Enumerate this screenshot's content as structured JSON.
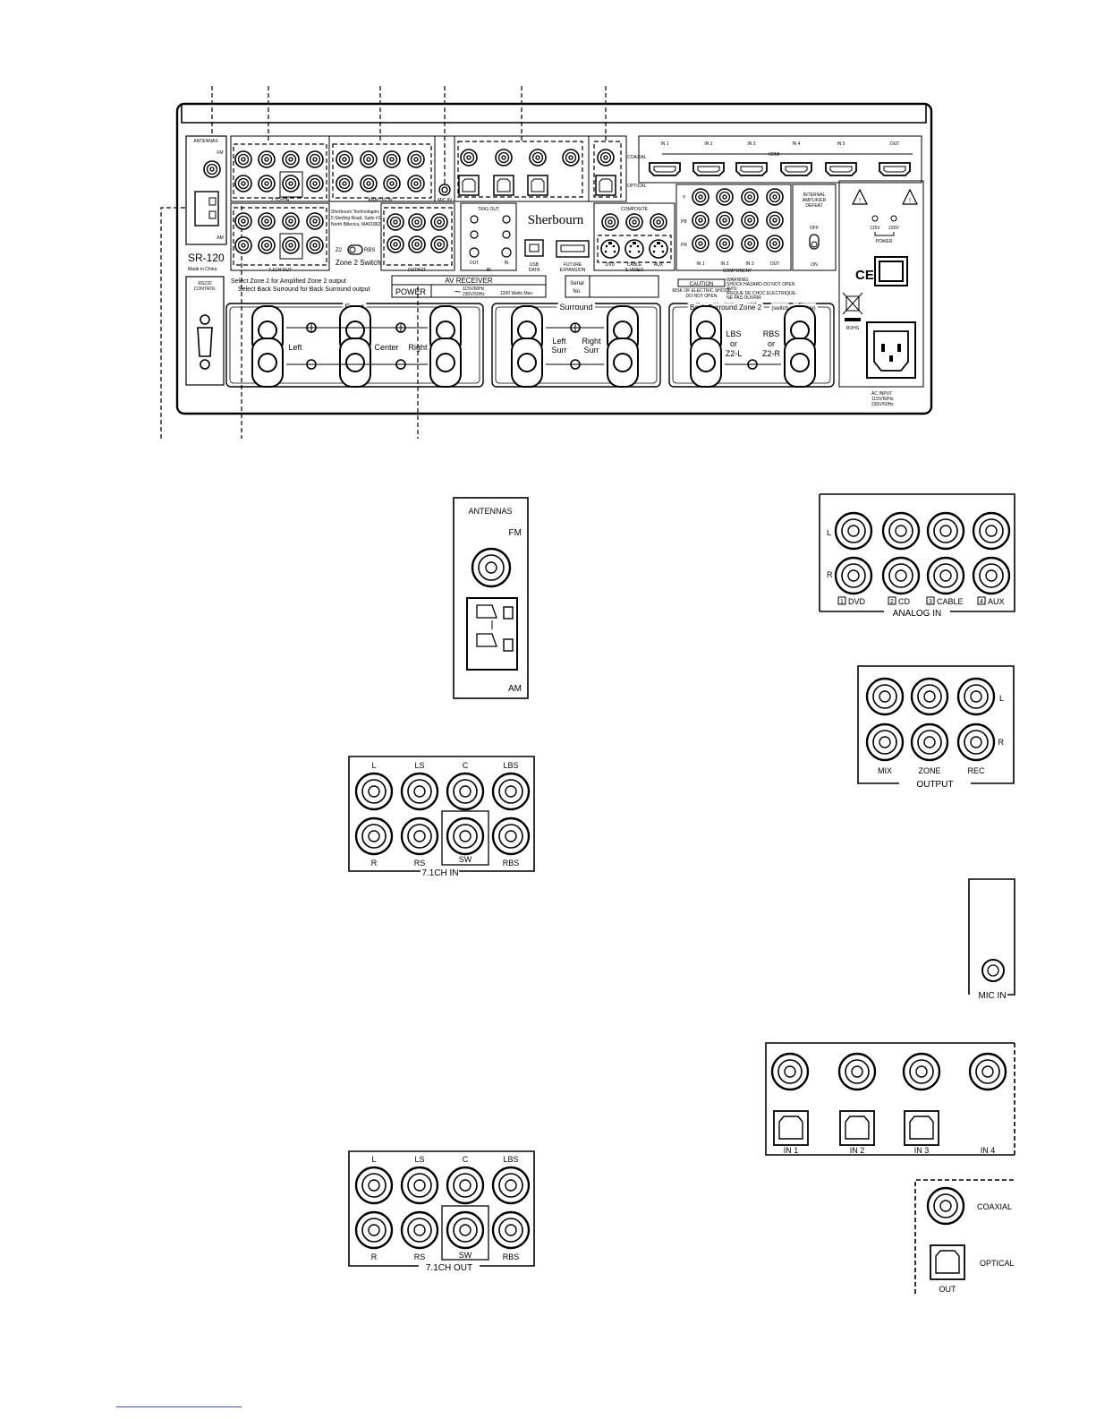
{
  "panel": {
    "antennas": "ANTENNAS",
    "fm": "FM",
    "am": "AM",
    "model": "SR-120",
    "made_in": "Made in China",
    "rs232": "RS232",
    "control": "CONTROL",
    "out71": "7.1CH OUT",
    "in71": "7.1CH IN",
    "analog_in": "ANALOG IN",
    "mic_in": "MIC IN",
    "output": "OUTPUT",
    "coaxial": "COAXIAL",
    "optical": "OPTICAL",
    "hdmi": "HDMI",
    "hdmi_ports": [
      "IN 1",
      "IN 2",
      "IN 3",
      "IN 4",
      "IN 5",
      "OUT"
    ],
    "composite": "COMPOSITE",
    "svideo": "S-VIDEO",
    "svideo_ports": [
      "DVD",
      "CABLE",
      "AUX"
    ],
    "component": "COMPONENT",
    "component_rows": [
      "Y",
      "PB",
      "PR"
    ],
    "component_cols": [
      "IN 1",
      "IN 2",
      "IN 3",
      "OUT"
    ],
    "internal_amp": [
      "INTERNAL",
      "AMPLIFIER",
      "DEFEAT"
    ],
    "off": "OFF",
    "on": "ON",
    "v115": "115V",
    "v230": "230V",
    "power": "POWER",
    "trig_out": "TRIG OUT",
    "ir": "IR",
    "ir_out": "OUT",
    "ir_in": "IN",
    "usb": "USB",
    "data": "DATA",
    "future": "FUTURE",
    "expansion": "EXPANSION",
    "brand": "Sherbourn",
    "address": [
      "Sherbourn Technologies",
      "5 Sterling Road, Suite #1",
      "North Billerica, MA01862"
    ],
    "z2": "Z2",
    "rbs": "RBS",
    "zone2_switch": "Zone 2 Switch",
    "zone_note1": "Select Zone 2 for Amplified Zone 2 output",
    "zone_note2": "Select Back Surround for Back Surround output",
    "av_receiver": "AV RECEIVER",
    "power_label": "POWER",
    "power_spec1": "115V/60Hz",
    "power_spec2": "230V/50Hz",
    "watts": "1200 Watts Max",
    "serial": "Serial",
    "serial_no": "No.",
    "caution": "CAUTION",
    "caution1": "RISK OF ELECTRIC SHOCK",
    "caution2": "DO NOT OPEN",
    "warning": [
      "WARNING:",
      "SHOCK HAZARD-DO NOT OPEN",
      "AVIS:",
      "RISQUE DE CHOC ELECTRIQUE-",
      "NE PAS OUVRIR"
    ],
    "front": "Front",
    "left": "Left",
    "center": "Center",
    "right": "Right",
    "surround": "Surround",
    "left_surr": [
      "Left",
      "Surr"
    ],
    "right_surr": [
      "Right",
      "Surr"
    ],
    "back_surround": "Back Surround Zone 2",
    "switch_selectable": "(switch selectable)",
    "lbs_or": [
      "LBS",
      "or",
      "Z2-L"
    ],
    "rbs_or": [
      "RBS",
      "or",
      "Z2-R"
    ],
    "rohs": "ROHS",
    "ac_input": [
      "AC INPUT",
      "115V/60Hz",
      "230V/50Hz"
    ]
  },
  "detail": {
    "antennas": "ANTENNAS",
    "fm": "FM",
    "am": "AM",
    "analog_rows": [
      "L",
      "R"
    ],
    "analog_nums": [
      "1",
      "2",
      "3",
      "4"
    ],
    "analog_cols": [
      "DVD",
      "CD",
      "CABLE",
      "AUX"
    ],
    "analog_in": "ANALOG IN",
    "output_rows": [
      "L",
      "R"
    ],
    "output_cols": [
      "MIX",
      "ZONE",
      "REC"
    ],
    "output": "OUTPUT",
    "in71_top": [
      "L",
      "LS",
      "C",
      "LBS"
    ],
    "in71_bottom": [
      "R",
      "RS",
      "SW",
      "RBS"
    ],
    "in71": "7.1CH IN",
    "mic_in": "MIC IN",
    "digital_cols": [
      "IN 1",
      "IN 2",
      "IN 3",
      "IN 4"
    ],
    "out71_top": [
      "L",
      "LS",
      "C",
      "LBS"
    ],
    "out71_bottom": [
      "R",
      "RS",
      "SW",
      "RBS"
    ],
    "out71": "7.1CH OUT",
    "coaxial": "COAXIAL",
    "optical": "OPTICAL",
    "out": "OUT"
  }
}
